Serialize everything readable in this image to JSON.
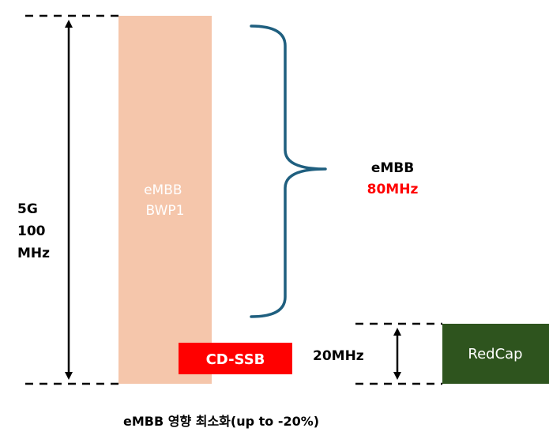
{
  "diagram": {
    "bandwidth_total": {
      "line1": "5G",
      "line2": "100",
      "line3": "MHz"
    },
    "bwp_label": {
      "line1": "eMBB",
      "line2": "BWP1"
    },
    "embb_bandwidth": {
      "name": "eMBB",
      "value": "80MHz"
    },
    "cd_ssb_label": "CD-SSB",
    "redcap_bandwidth_label": "20MHz",
    "redcap_label": "RedCap",
    "caption": "eMBB 영향 최소화(up to -20%)"
  },
  "colors": {
    "bwp_fill": "#f5c6ab",
    "bwp_text": "#ffffff",
    "brace": "#1f5f7f",
    "accent_red": "#ff0000",
    "cd_ssb_text": "#ffffff",
    "redcap_fill": "#2e541e",
    "redcap_text": "#ffffff",
    "line": "#000000"
  }
}
